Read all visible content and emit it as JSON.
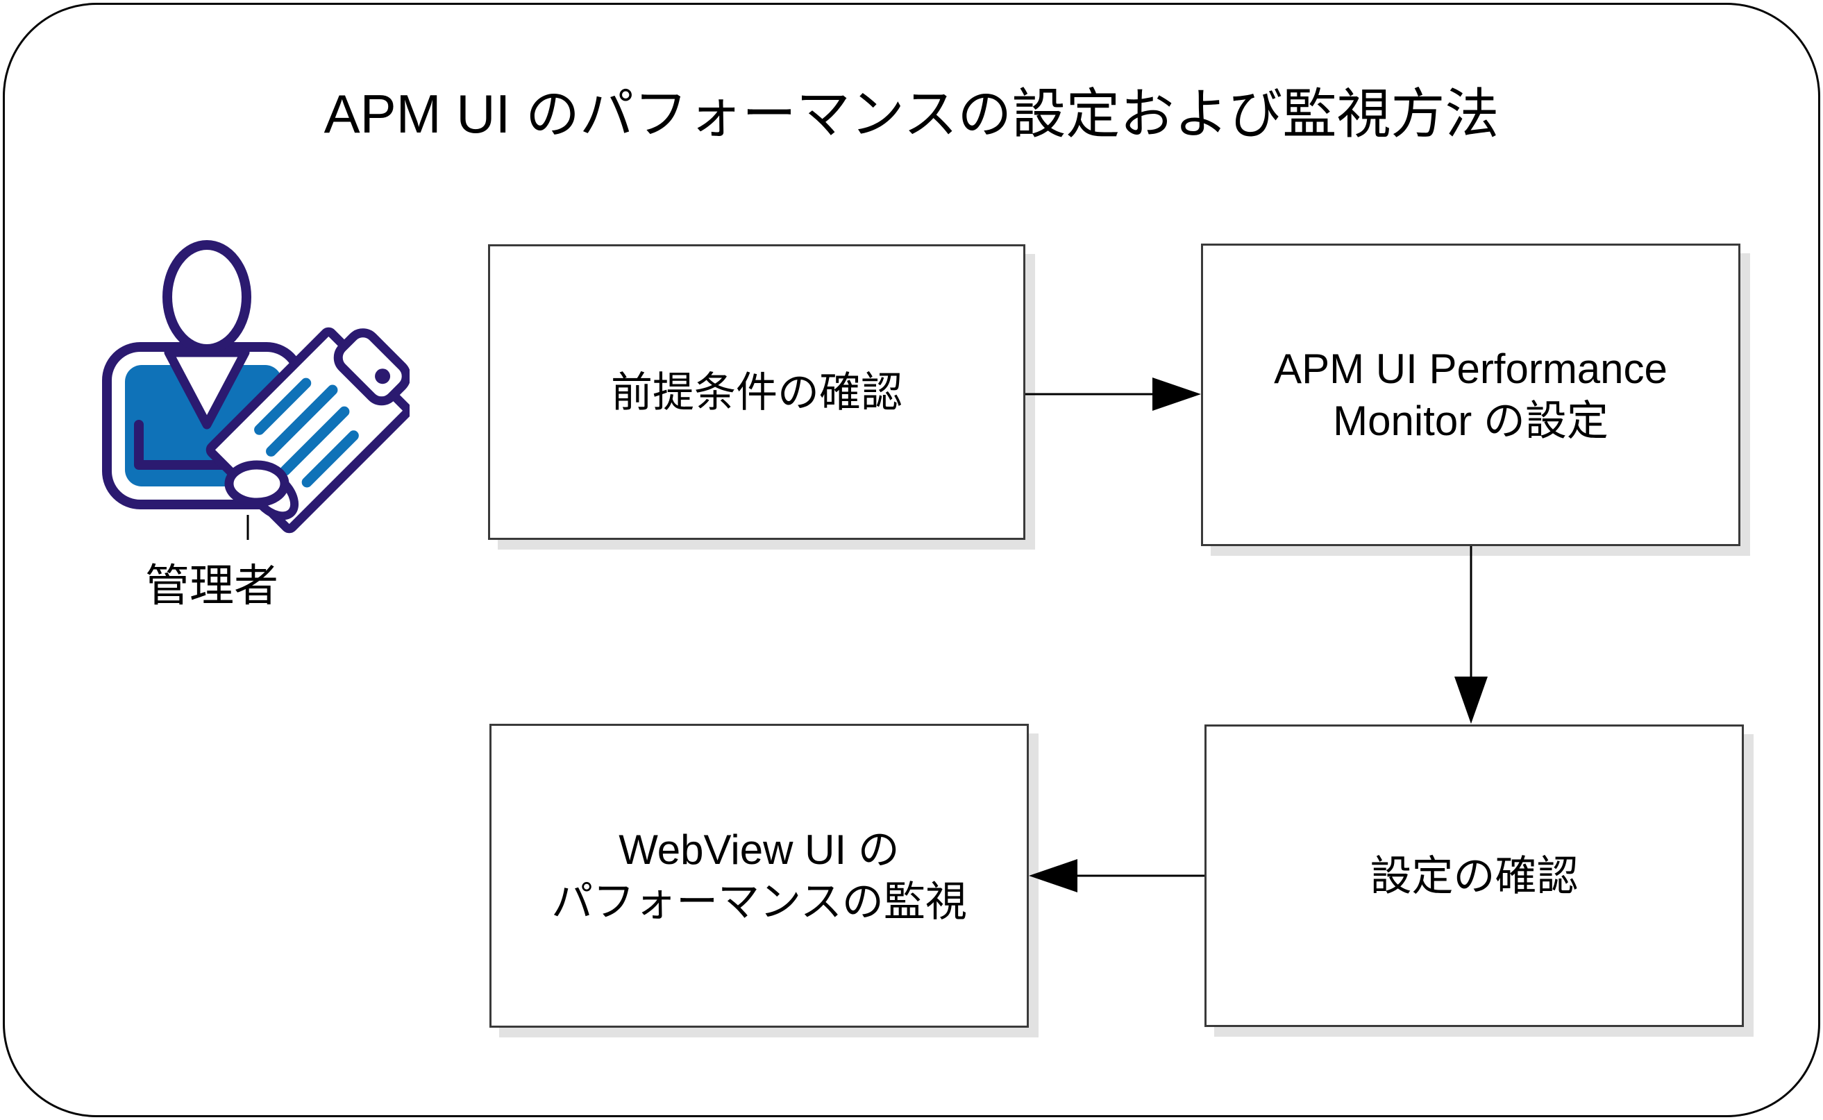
{
  "diagram": {
    "title": "APM UI のパフォーマンスの設定および監視方法"
  },
  "actor": {
    "label": "管理者",
    "icon": "admin-person-with-clipboard"
  },
  "steps": {
    "step1": {
      "label": "前提条件の確認"
    },
    "step2": {
      "line1": "APM UI Performance",
      "line2": "Monitor の設定"
    },
    "step3": {
      "label": "設定の確認"
    },
    "step4": {
      "line1": "WebView UI の",
      "line2": "パフォーマンスの監視"
    }
  },
  "flow": {
    "edges": [
      {
        "from": "step1",
        "to": "step2",
        "direction": "right"
      },
      {
        "from": "step2",
        "to": "step3",
        "direction": "down"
      },
      {
        "from": "step3",
        "to": "step4",
        "direction": "left"
      }
    ]
  },
  "colors": {
    "actor_outline": "#2B1A70",
    "actor_fill": "#0F72B8",
    "box_border": "#3A3A3A",
    "box_shadow": "#E2E2E2",
    "frame_border": "#050505",
    "arrow": "#000000",
    "text": "#000000"
  }
}
